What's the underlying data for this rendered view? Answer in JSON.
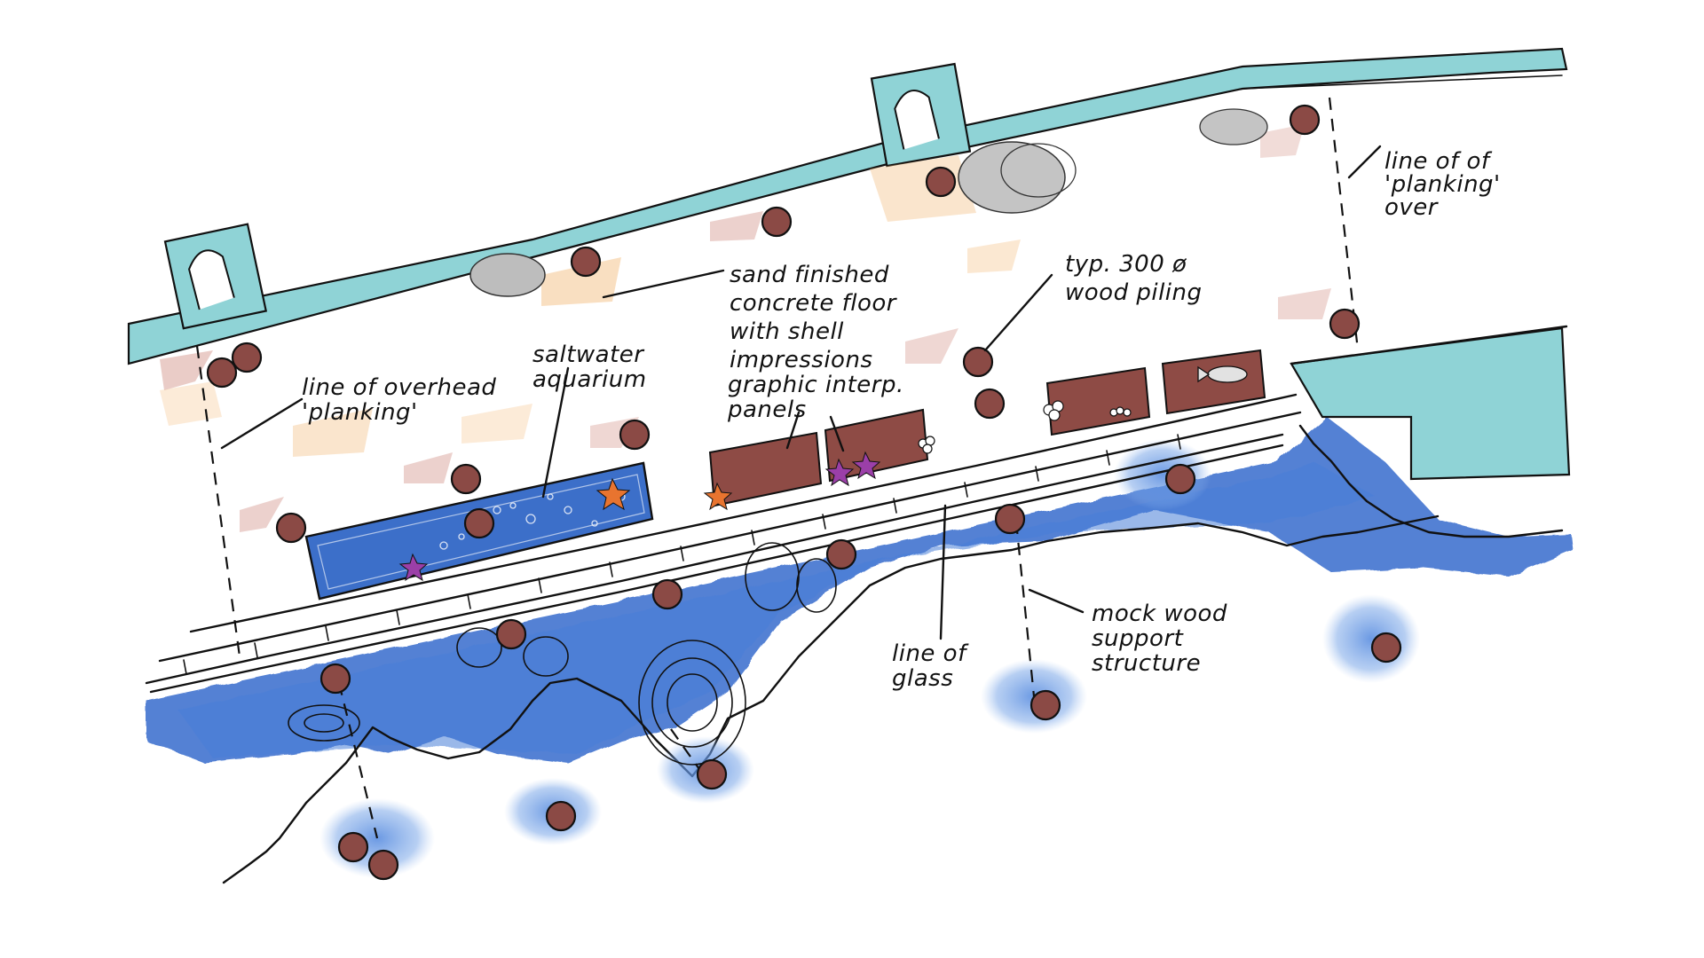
{
  "colors": {
    "teal_wall": "#8fd3d6",
    "water_blue": "#3a6fd0",
    "water_light": "#8eb4ea",
    "piling": "#8b4a45",
    "panel": "#8e4b45",
    "aquarium": "#3c6fc9",
    "sand_orange": "#f2b26a",
    "sand_red": "#c8786b",
    "rock_grey": "#b9b9b9"
  },
  "labels": {
    "planking_over": "line of of\n'planking'\nover",
    "sand_floor": "sand finished\nconcrete floor\nwith shell\nimpressions",
    "piling": "typ. 300 ø\nwood piling",
    "overhead_planking": "line of overhead\n'planking'",
    "aquarium": "saltwater\naquarium",
    "panels": "graphic interp.\npanels",
    "mock_wood": "mock wood\nsupport\nstructure",
    "glass": "line of\nglass"
  },
  "icons": [
    "starfish-icon",
    "fish-icon",
    "flower-icon",
    "rock-icon",
    "piling-icon",
    "arrow-icon"
  ]
}
